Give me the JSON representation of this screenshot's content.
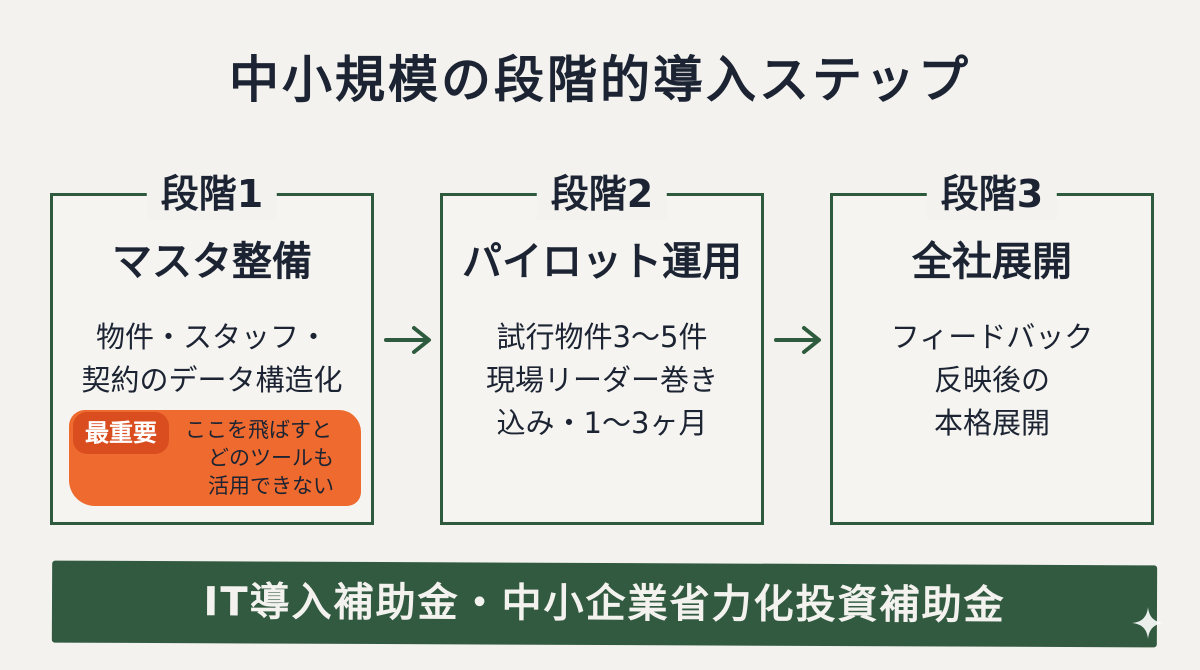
{
  "title": "中小規模の段階的導入ステップ",
  "steps": [
    {
      "label": "段階1",
      "heading": "マスタ整備",
      "lines": [
        "物件・スタッフ・",
        "契約のデータ構造化"
      ],
      "callout": {
        "badge": "最重要",
        "lines": [
          "ここを飛ばすと",
          "どのツールも",
          "活用できない"
        ]
      }
    },
    {
      "label": "段階2",
      "heading": "パイロット運用",
      "lines": [
        "試行物件3〜5件",
        "現場リーダー巻き",
        "込み・1〜3ヶ月"
      ]
    },
    {
      "label": "段階3",
      "heading": "全社展開",
      "lines": [
        "フィードバック",
        "反映後の",
        "本格展開"
      ]
    }
  ],
  "banner": "IT導入補助金・中小企業省力化投資補助金",
  "colors": {
    "frame": "#2e5a3d",
    "banner": "#315a40",
    "callout": "#ee6a2e",
    "callout_badge": "#d94d1f",
    "background": "#f3f2ee",
    "text": "#1c2433"
  },
  "icons": [
    "right-arrow-icon",
    "sparkle-icon"
  ]
}
